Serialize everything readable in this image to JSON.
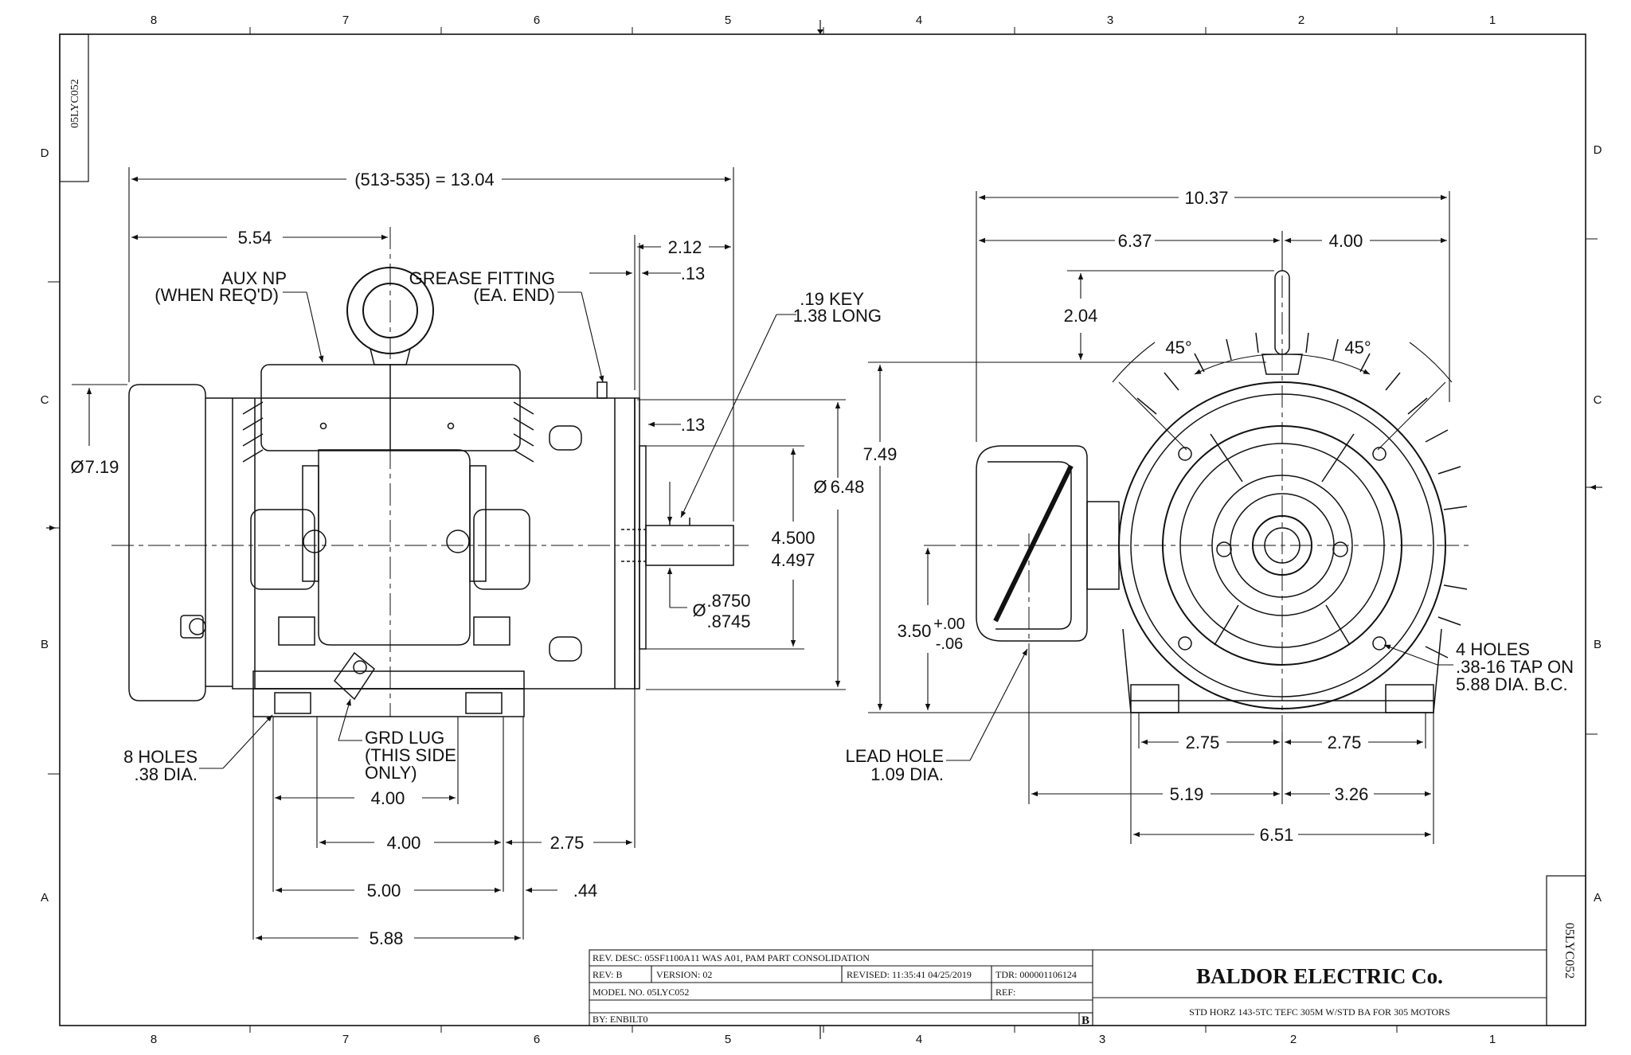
{
  "drawing_id_vertical": "05LYC052",
  "zone_columns_top": [
    "8",
    "7",
    "6",
    "5",
    "4",
    "3",
    "2",
    "1"
  ],
  "zone_columns_bottom": [
    "8",
    "7",
    "6",
    "5",
    "4",
    "3",
    "2",
    "1"
  ],
  "zone_rows_left": [
    "D",
    "C",
    "B",
    "A"
  ],
  "zone_rows_right": [
    "D",
    "C",
    "B",
    "A"
  ],
  "side_view": {
    "overall_length": "(513-535) = 13.04",
    "dim_554": "5.54",
    "aux_np_line1": "AUX NP",
    "aux_np_line2": "(WHEN REQ'D)",
    "grease_line1": "GREASE FITTING",
    "grease_line2": "(EA. END)",
    "dim_212": "2.12",
    "dim_13_top": ".13",
    "key_line1": ".19 KEY",
    "key_line2": "1.38 LONG",
    "dim_13_mid": ".13",
    "dia_719": "7.19",
    "dia_648": "6.48",
    "pilot_hi": "4.500",
    "pilot_lo": "4.497",
    "shaft_hi": ".8750",
    "shaft_lo": ".8745",
    "diameter_symbol": "Ø",
    "holes_line1": "8 HOLES",
    "holes_line2": ".38 DIA.",
    "grd_line1": "GRD LUG",
    "grd_line2": "(THIS SIDE",
    "grd_line3": "ONLY)",
    "dim_400_a": "4.00",
    "dim_400_b": "4.00",
    "dim_275": "2.75",
    "dim_500": "5.00",
    "dim_44": ".44",
    "dim_588": "5.88"
  },
  "end_view": {
    "dim_1037": "10.37",
    "dim_637": "6.37",
    "dim_400": "4.00",
    "dim_204": "2.04",
    "angle_left": "45°",
    "angle_right": "45°",
    "dim_749": "7.49",
    "dim_350": "3.50",
    "tol_plus": "+.00",
    "tol_minus": "-.06",
    "tap_line1": "4 HOLES",
    "tap_line2": ".38-16 TAP ON",
    "tap_line3": "5.88 DIA. B.C.",
    "lead_line1": "LEAD HOLE",
    "lead_line2": "1.09 DIA.",
    "dim_275_l": "2.75",
    "dim_275_r": "2.75",
    "dim_519": "5.19",
    "dim_326": "3.26",
    "dim_651": "6.51"
  },
  "title_block": {
    "rev_desc": "REV. DESC: 05SF1100A11 WAS A01, PAM PART CONSOLIDATION",
    "rev": "REV:  B",
    "version": "VERSION:  02",
    "revised": "REVISED:  11:35:41 04/25/2019",
    "tdr": "TDR: 000001106124",
    "model_no": "MODEL NO.  05LYC052",
    "ref": "REF:",
    "by": "BY: ENBILT0",
    "rev_letter": "B",
    "company": "BALDOR ELECTRIC Co.",
    "description": "STD HORZ 143-5TC TEFC 305M W/STD BA FOR 305 MOTORS"
  }
}
